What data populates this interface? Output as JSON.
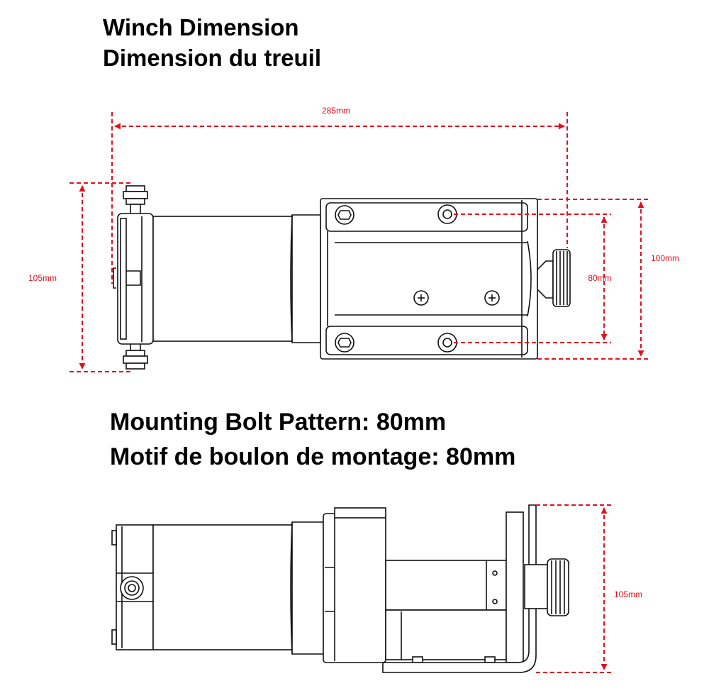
{
  "headings": {
    "title_en": "Winch Dimension",
    "title_fr": "Dimension du treuil",
    "bolt_en": "Mounting Bolt Pattern:  80mm",
    "bolt_fr": "Motif de boulon de montage:  80mm"
  },
  "dimensions": {
    "length": "285mm",
    "height_top": "105mm",
    "bolt_spacing": "80mm",
    "base_width": "100mm",
    "height_side": "105mm"
  },
  "colors": {
    "dimension_red": "#e0101e",
    "line": "#111111"
  }
}
